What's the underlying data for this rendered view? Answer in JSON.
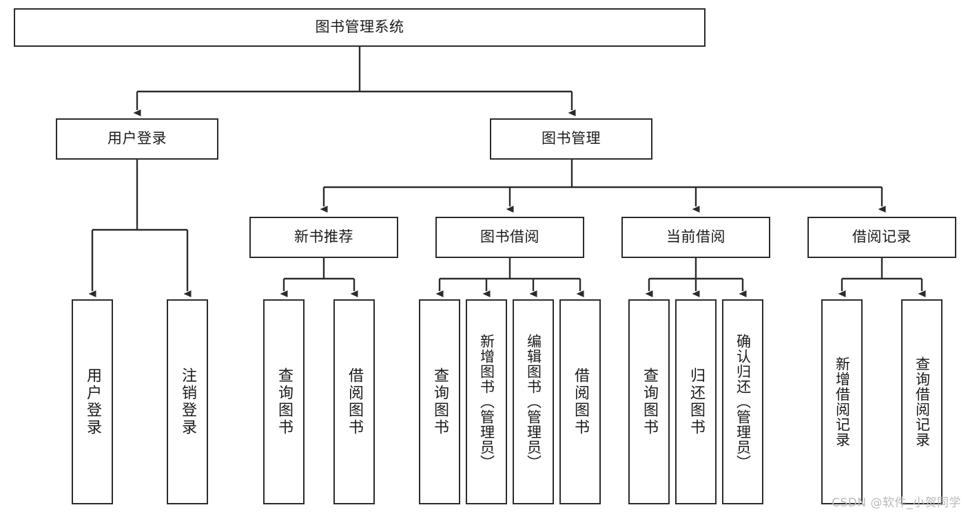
{
  "diagram": {
    "type": "tree",
    "title": "图书管理系统",
    "stroke_color": "#2b2b2b",
    "fill_color": "#ffffff",
    "text_color": "#1b1b1b"
  },
  "nodes": {
    "root": "图书管理系统",
    "level2": {
      "user_login": "用户登录",
      "book_manage": "图书管理"
    },
    "level3": {
      "new_book_rec": "新书推荐",
      "book_borrow": "图书借阅",
      "current_borrow": "当前借阅",
      "borrow_record": "借阅记录"
    },
    "leaves": {
      "user_login_1": "用户登录",
      "user_login_2": "注销登录",
      "new_book_1": "查询图书",
      "new_book_2": "借阅图书",
      "borrow_1": "查询图书",
      "borrow_2": "新增图书（管理员）",
      "borrow_3": "编辑图书（管理员）",
      "borrow_4": "借阅图书",
      "current_1": "查询图书",
      "current_2": "归还图书",
      "current_3": "确认归还（管理员）",
      "record_1": "新增借阅记录",
      "record_2": "查询借阅记录"
    }
  },
  "watermark": "CSDN @软件_小贺同学"
}
